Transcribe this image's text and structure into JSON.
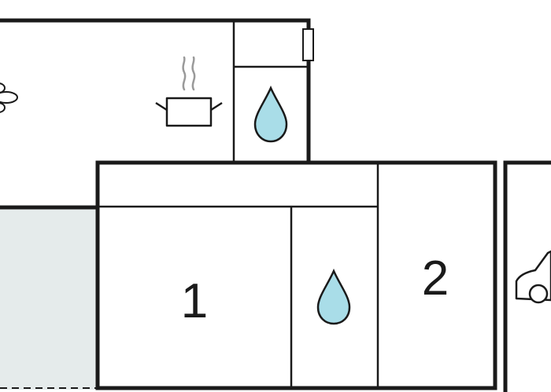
{
  "floorplan": {
    "rooms": [
      {
        "id": "bedroom-1",
        "label": "1"
      },
      {
        "id": "bedroom-2",
        "label": "2"
      }
    ],
    "icons": [
      "flower-icon",
      "cooking-pot-icon",
      "water-drop-icon",
      "water-drop-icon",
      "car-icon"
    ],
    "colors": {
      "wall": "#1a1a1a",
      "water": "#a9dde8",
      "terrace": "#e5ebeb",
      "steam": "#9a9a9a"
    }
  }
}
